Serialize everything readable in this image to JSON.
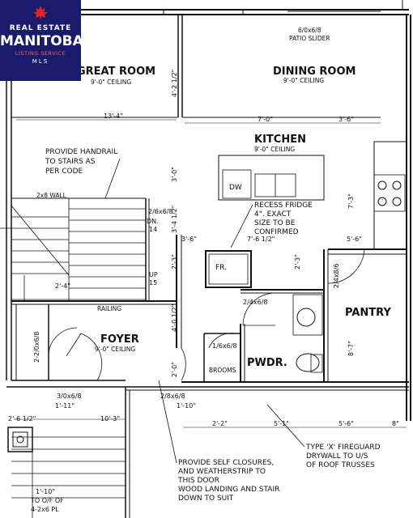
{
  "logo": {
    "top": "REAL ESTATE",
    "main": "MANITOBA",
    "sub": "LISTING SERVICE",
    "mls": "MLS"
  },
  "rooms": {
    "great_room": {
      "name": "GREAT ROOM",
      "ceiling": "9'-0\" CEILING"
    },
    "dining_room": {
      "name": "DINING ROOM",
      "ceiling": "9'-0\" CEILING"
    },
    "kitchen": {
      "name": "KITCHEN",
      "ceiling": "9'-0\" CEILING"
    },
    "foyer": {
      "name": "FOYER",
      "ceiling": "9'-0\" CEILING"
    },
    "pantry": {
      "name": "PANTRY"
    },
    "powder": {
      "name": "PWDR."
    },
    "brooms": {
      "name": "BROOMS"
    }
  },
  "fixtures": {
    "dw": "DW",
    "fridge": "FR.",
    "patio_slider": "6/0x6/8",
    "patio_slider_label": "PATIO SLIDER"
  },
  "notes": {
    "handrail": [
      "PROVIDE HANDRAIL",
      "TO STAIRS AS",
      "PER CODE"
    ],
    "fridge": [
      "RECESS FRIDGE",
      "4\". EXACT",
      "SIZE TO BE",
      "CONFIRMED"
    ],
    "wall": "2x8 WALL",
    "railing": "RAILING",
    "closures": [
      "PROVIDE SELF CLOSURES,",
      "AND WEATHERSTRIP TO",
      "THIS DOOR",
      "WOOD LANDING AND STAIR",
      "DOWN TO SUIT"
    ],
    "fireguard": [
      "TYPE 'X' FIREGUARD",
      "DRYWALL TO U/S",
      "OF ROOF TRUSSES"
    ],
    "bottom_left": [
      "TO O/F OF",
      "4-2x6 PL"
    ]
  },
  "labels": {
    "dn": "DN.",
    "dn_count": "14",
    "up": "UP",
    "up_count": "15",
    "door_stair": "2/6x6/8",
    "door_pantry": "2/4x8/6",
    "door_pwdr": "2/4x6/8",
    "door_brooms": "1/6x6/8",
    "door_foyer_closet": "2-2/0x6/8",
    "door_front": "3/0x6/8",
    "door_garage": "2/8x6/8"
  },
  "dims": {
    "gr_height": "4'-2 1/2\"",
    "gr_width": "13'-4\"",
    "k_width": "7'-0\"",
    "k_right": "3'-6\"",
    "k_left": "3'-0\"",
    "k_right_v": "7'-3\"",
    "stair_v": "3'-4 1/2\"",
    "fr_left": "3'-6\"",
    "fr_width": "7'-6 1/2\"",
    "pantry_w": "5'-6\"",
    "fr_v": "2'-3\"",
    "fr_v2": "2'-3\"",
    "stair_w": "2'-4\"",
    "foyer_v": "4'-0 1/2\"",
    "pantry_v": "8'-7\"",
    "entry_v": "2'-0\"",
    "front_w": "1'-11\"",
    "garage_w": "1'-10\"",
    "bl_left": "2'-6 1/2\"",
    "bl_mid": "10'-3\"",
    "b_2_2": "2'-2\"",
    "b_5_1": "5'-1\"",
    "b_5_6": "5'-6\"",
    "b_8": "8\"",
    "bl_bottom": "1'-10\""
  }
}
